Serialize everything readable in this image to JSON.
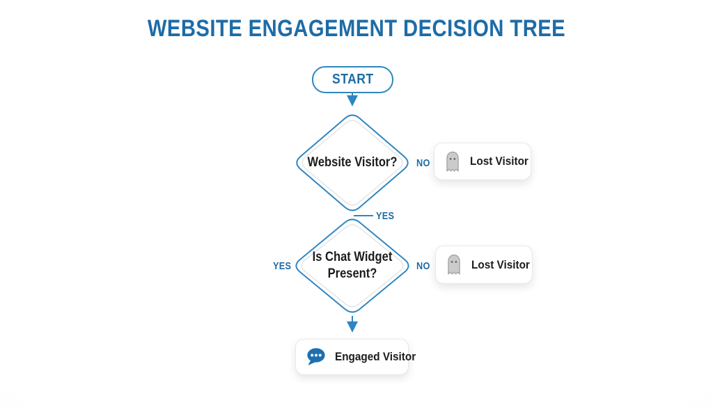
{
  "title": "WEBSITE ENGAGEMENT DECISION TREE",
  "colors": {
    "accent_blue": "#1d6ca7",
    "line_blue": "#2e86c1",
    "text_dark": "#1c1c1c",
    "ghost_gray": "#cbcbcb",
    "chat_bubble_blue": "#1e6fb0"
  },
  "flowchart": {
    "start_label": "START",
    "decision1": {
      "question": "Website Visitor?",
      "no_label": "NO",
      "yes_label": "YES",
      "no_outcome": {
        "label": "Lost Visitor",
        "icon": "ghost-icon"
      }
    },
    "decision2": {
      "question": "Is Chat Widget Present?",
      "no_label": "NO",
      "yes_label": "YES",
      "no_outcome": {
        "label": "Lost Visitor",
        "icon": "ghost-icon"
      }
    },
    "final_outcome": {
      "label": "Engaged Visitor",
      "icon": "chat-bubble-icon"
    }
  }
}
